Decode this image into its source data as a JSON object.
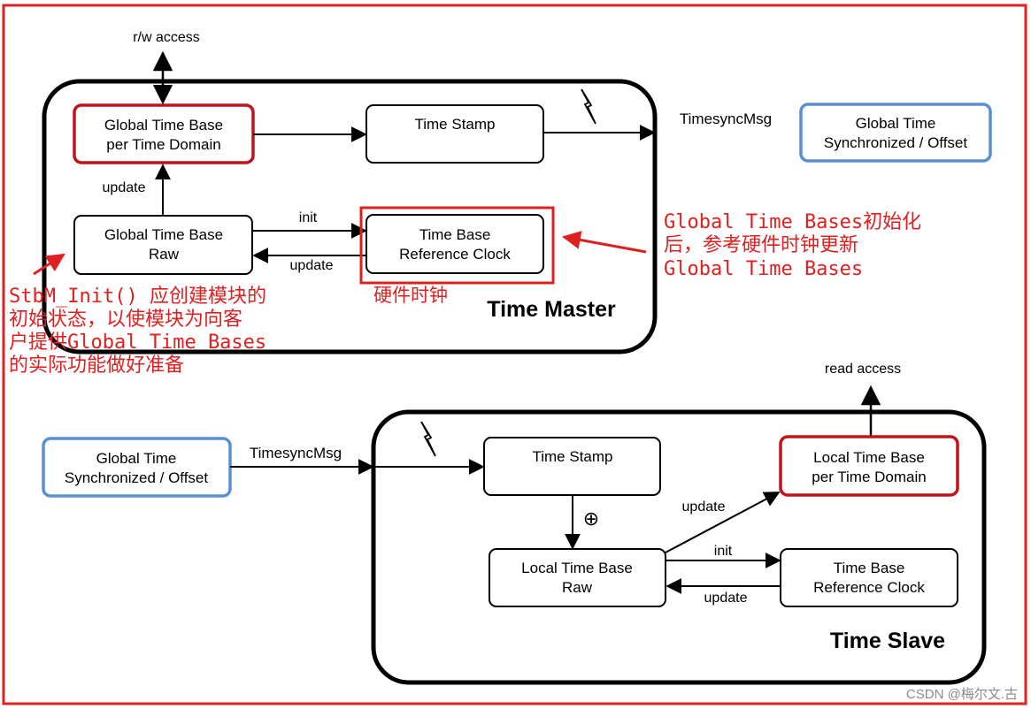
{
  "master": {
    "title": "Time Master",
    "rw_access": "r/w access",
    "global_base": [
      "Global Time Base",
      "per Time Domain"
    ],
    "time_stamp": "Time Stamp",
    "global_raw": [
      "Global Time Base",
      "Raw"
    ],
    "ref_clock": [
      "Time Base",
      "Reference Clock"
    ],
    "update_up": "update",
    "init": "init",
    "update_back": "update",
    "timesync_msg": "TimesyncMsg",
    "sync_offset": [
      "Global Time",
      "Synchronized / Offset"
    ]
  },
  "slave": {
    "title": "Time Slave",
    "read_access": "read access",
    "sync_offset": [
      "Global Time",
      "Synchronized / Offset"
    ],
    "timesync_msg": "TimesyncMsg",
    "time_stamp": "Time Stamp",
    "plus_symbol": "⊕",
    "local_raw": [
      "Local Time Base",
      "Raw"
    ],
    "local_base": [
      "Local Time Base",
      "per Time Domain"
    ],
    "ref_clock": [
      "Time Base",
      "Reference Clock"
    ],
    "update_diag": "update",
    "init": "init",
    "update_back": "update"
  },
  "annotations": {
    "hw_clock": "硬件时钟",
    "right_note": [
      "Global Time Bases初始化",
      "后，参考硬件时钟更新",
      "Global Time Bases"
    ],
    "left_note": [
      "StbM_Init() 应创建模块的",
      "初始状态，以使模块为向客",
      "户提供Global Time Bases",
      "的实际功能做好准备"
    ]
  },
  "watermark": "CSDN @梅尔文.古",
  "colors": {
    "frame_red": "#e02020",
    "box_red": "#c0141c",
    "box_blue": "#5b8fd4",
    "annotation_red": "#e02020"
  }
}
